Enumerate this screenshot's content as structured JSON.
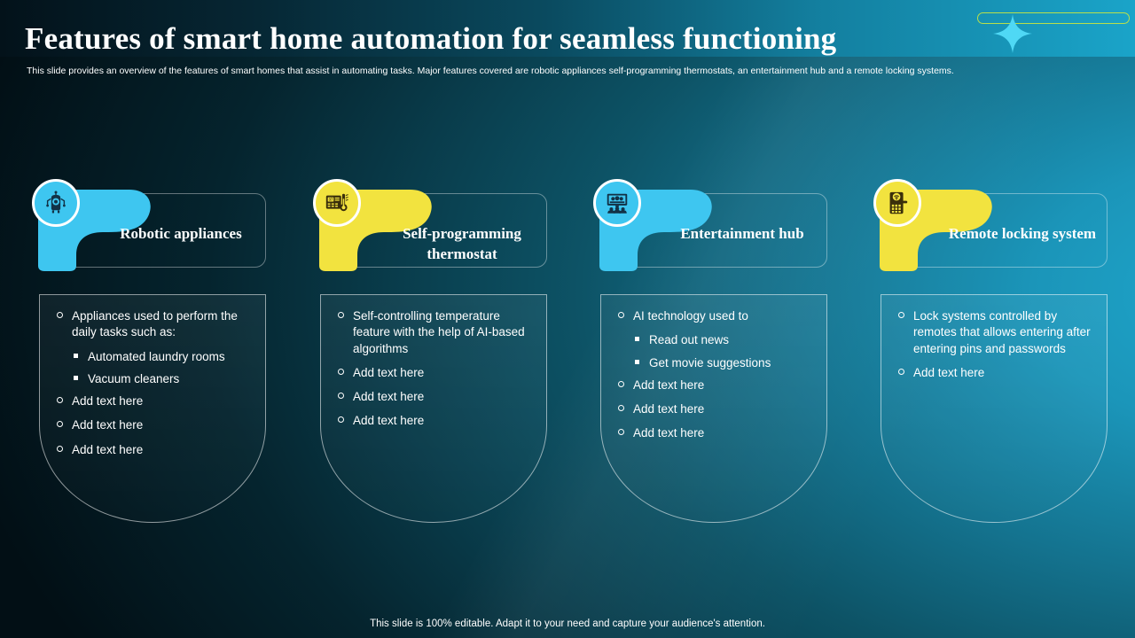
{
  "header": {
    "title": "Features of  smart home automation for seamless functioning",
    "subtitle": "This slide provides an overview of the features of smart homes that assist in automating tasks. Major features covered are robotic appliances self-programming thermostats, an entertainment hub and a remote locking systems."
  },
  "decor": {
    "pill_color": "#b9e04a",
    "sparkle_color": "#4fd8f5",
    "accent_cyan": "#3ec6f0",
    "accent_yellow": "#f2e33f"
  },
  "cards": [
    {
      "id": "robotic-appliances",
      "title": "Robotic appliances",
      "icon": "robot-icon",
      "accent": "#3ec6f0",
      "items": [
        {
          "level": 1,
          "text": "Appliances used to perform the daily tasks such as:"
        },
        {
          "level": 2,
          "text": "Automated laundry rooms"
        },
        {
          "level": 2,
          "text": "Vacuum cleaners"
        },
        {
          "level": 1,
          "text": "Add text here"
        },
        {
          "level": 1,
          "text": "Add text here"
        },
        {
          "level": 1,
          "text": "Add text here"
        }
      ]
    },
    {
      "id": "self-programming-thermostat",
      "title": "Self-programming thermostat",
      "icon": "thermostat-icon",
      "accent": "#f2e33f",
      "items": [
        {
          "level": 1,
          "text": "Self-controlling temperature feature with the help of AI-based algorithms"
        },
        {
          "level": 1,
          "text": "Add text here"
        },
        {
          "level": 1,
          "text": "Add text here"
        },
        {
          "level": 1,
          "text": "Add text here"
        }
      ]
    },
    {
      "id": "entertainment-hub",
      "title": "Entertainment hub",
      "icon": "home-theater-icon",
      "accent": "#3ec6f0",
      "items": [
        {
          "level": 1,
          "text": "AI technology used to"
        },
        {
          "level": 2,
          "text": "Read out news"
        },
        {
          "level": 2,
          "text": "Get movie suggestions"
        },
        {
          "level": 1,
          "text": "Add text here"
        },
        {
          "level": 1,
          "text": "Add text here"
        },
        {
          "level": 1,
          "text": "Add text here"
        }
      ]
    },
    {
      "id": "remote-locking-system",
      "title": "Remote locking system",
      "icon": "smart-lock-icon",
      "accent": "#f2e33f",
      "items": [
        {
          "level": 1,
          "text": "Lock systems controlled by remotes that allows entering after entering pins and passwords"
        },
        {
          "level": 1,
          "text": "Add text here"
        }
      ]
    }
  ],
  "footer": {
    "note": "This slide is 100% editable. Adapt it to your need and capture your audience's attention."
  }
}
